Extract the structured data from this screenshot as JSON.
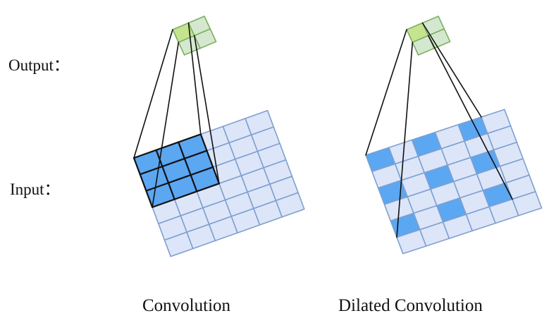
{
  "labels": {
    "output": "Output：",
    "input": "Input：",
    "convolution": "Convolution",
    "dilated_convolution": "Dilated Convolution"
  },
  "colors": {
    "input_cell": "#dce6f8",
    "input_active": "#5ba7f2",
    "input_border": "#7f9fd0",
    "output_cell": "#d4e8cf",
    "output_active": "#c6e38f",
    "output_border": "#7cb05f",
    "line": "#111111"
  },
  "panels": [
    {
      "title_key": "convolution",
      "input_grid": 6,
      "output_grid": 2,
      "kernel_size": 3,
      "dilation": 1
    },
    {
      "title_key": "dilated_convolution",
      "input_grid": 6,
      "output_grid": 2,
      "kernel_size": 3,
      "dilation": 2
    }
  ]
}
